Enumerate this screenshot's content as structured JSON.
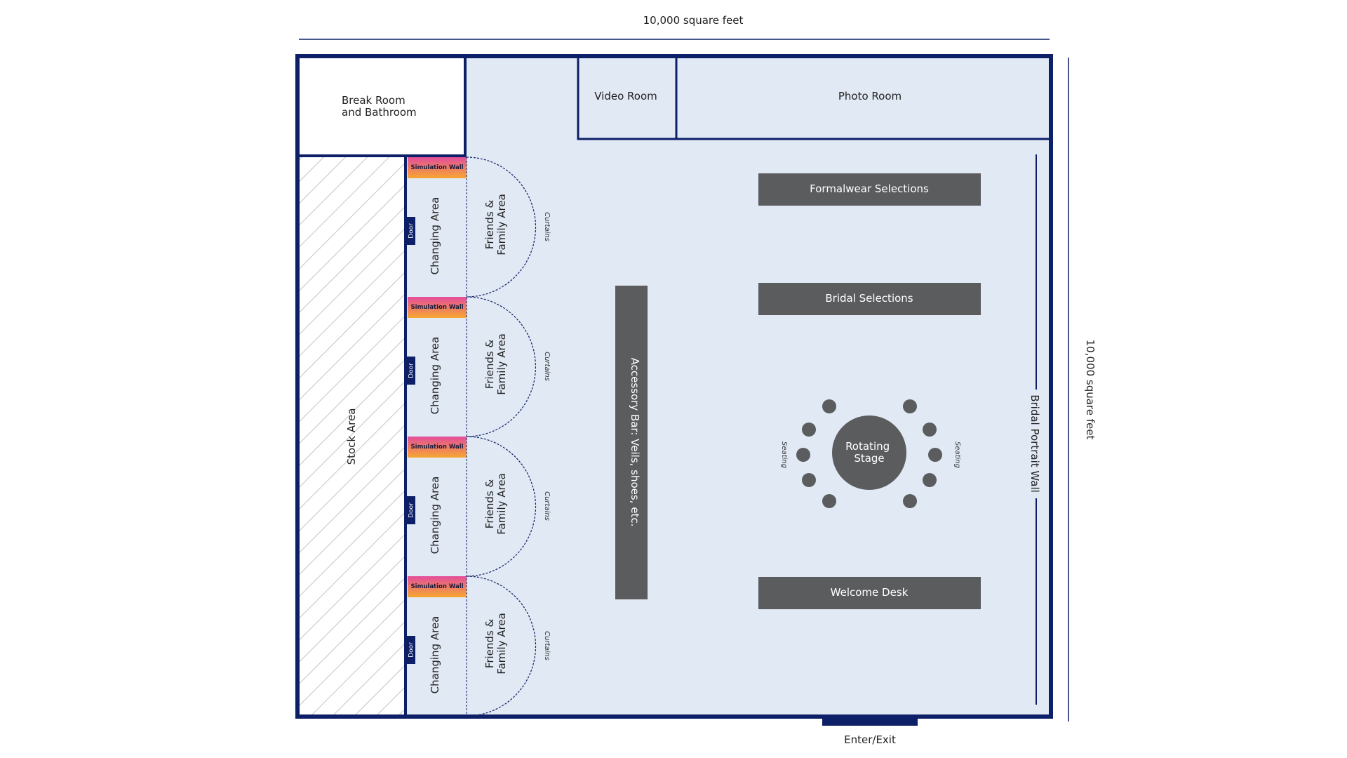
{
  "dimensions": {
    "top": "10,000 square feet",
    "right": "10,000 square feet"
  },
  "rooms": {
    "break_room": [
      "Break Room",
      "and Bathroom"
    ],
    "video_room": "Video Room",
    "photo_room": "Photo Room",
    "stock_area": "Stock Area"
  },
  "fitting_label": {
    "changing": "Changing Area",
    "friends": [
      "Friends &",
      "Family Area"
    ],
    "door": "Door",
    "simulation": "Simulation Wall",
    "curtains": "Curtains"
  },
  "fitting_rooms": [
    1,
    2,
    3,
    4
  ],
  "fixtures": {
    "formalwear": "Formalwear Selections",
    "bridal": "Bridal Selections",
    "welcome": "Welcome Desk",
    "accessory": "Accessory Bar: Veils, shoes, etc.",
    "stage": [
      "Rotating",
      "Stage"
    ],
    "seating": "Seating",
    "portrait_wall": "Bridal Portrait Wall",
    "entrance": "Enter/Exit"
  },
  "colors": {
    "wall": "#0d1f66",
    "floor": "#e1e9f5",
    "fixture": "#5b5c5e",
    "simulation_top": "#e44d9b",
    "simulation_bottom": "#f6a830"
  }
}
